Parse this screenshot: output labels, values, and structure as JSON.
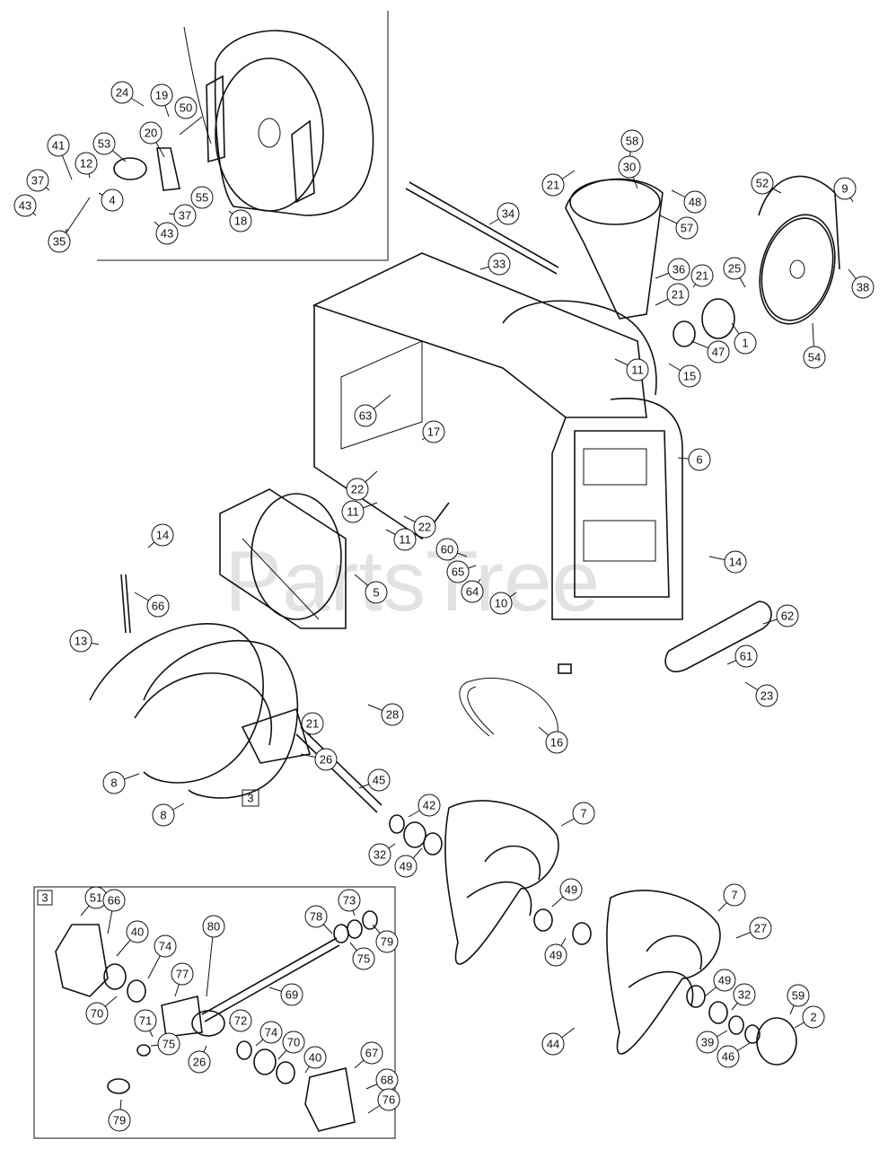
{
  "watermark": "PartsTree",
  "inset_box_label": "3",
  "assembly_ref_label": "3",
  "callouts": [
    "24",
    "19",
    "50",
    "41",
    "53",
    "20",
    "37",
    "12",
    "43",
    "4",
    "35",
    "43",
    "37",
    "55",
    "18",
    "58",
    "21",
    "30",
    "48",
    "57",
    "52",
    "9",
    "34",
    "33",
    "36",
    "21",
    "25",
    "38",
    "21",
    "47",
    "1",
    "54",
    "11",
    "15",
    "63",
    "17",
    "6",
    "22",
    "11",
    "22",
    "11",
    "14",
    "14",
    "60",
    "65",
    "64",
    "10",
    "5",
    "66",
    "13",
    "62",
    "61",
    "23",
    "28",
    "21",
    "26",
    "8",
    "8",
    "45",
    "16",
    "42",
    "32",
    "49",
    "7",
    "49",
    "49",
    "7",
    "27",
    "51",
    "66",
    "73",
    "40",
    "78",
    "79",
    "75",
    "74",
    "77",
    "80",
    "69",
    "70",
    "71",
    "72",
    "26",
    "75",
    "74",
    "70",
    "40",
    "67",
    "68",
    "76",
    "79",
    "49",
    "32",
    "59",
    "2",
    "44",
    "39",
    "46"
  ]
}
